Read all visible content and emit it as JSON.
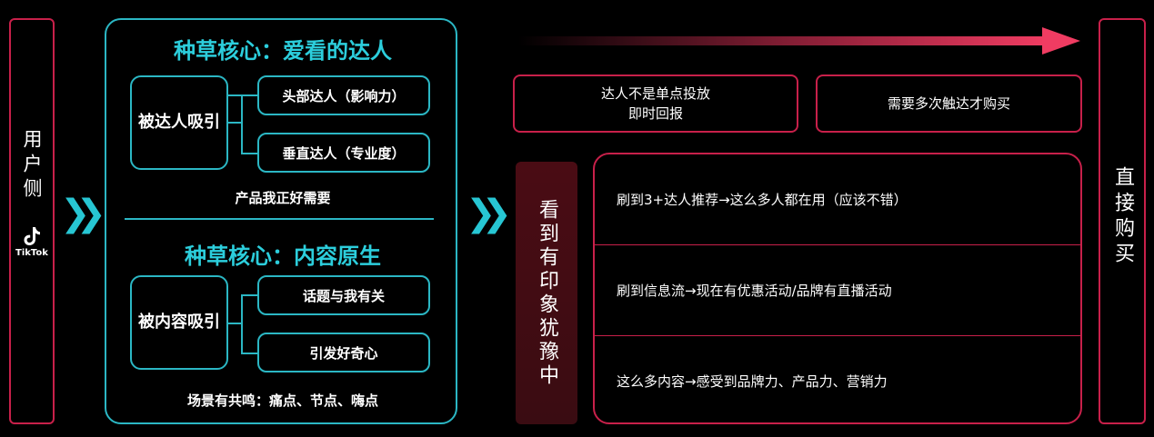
{
  "user_column": {
    "label": "用户侧",
    "logo_text": "TikTok"
  },
  "seeding_box": {
    "section1": {
      "title": "种草核心：爱看的达人",
      "main": "被达人吸引",
      "items": [
        "头部达人（影响力）",
        "垂直达人（专业度）"
      ],
      "footnote": "产品我正好需要"
    },
    "section2": {
      "title": "种草核心：内容原生",
      "main": "被内容吸引",
      "items": [
        "话题与我有关",
        "引发好奇心"
      ],
      "footnote": "场景有共鸣：痛点、节点、嗨点"
    }
  },
  "top_boxes": [
    "达人不是单点投放\n即时回报",
    "需要多次触达才购买"
  ],
  "middle_label": "看到有印象犹豫中",
  "list_items": [
    "刷到3+达人推荐→这么多人都在用（应该不错）",
    "刷到信息流→现在有优惠活动/品牌有直播活动",
    "这么多内容→感受到品牌力、产品力、营销力"
  ],
  "buy_label": "直接购买",
  "colors": {
    "teal": "#2bb7c4",
    "teal_title": "#2ccedc",
    "red": "#c8204a",
    "background": "#000000"
  }
}
